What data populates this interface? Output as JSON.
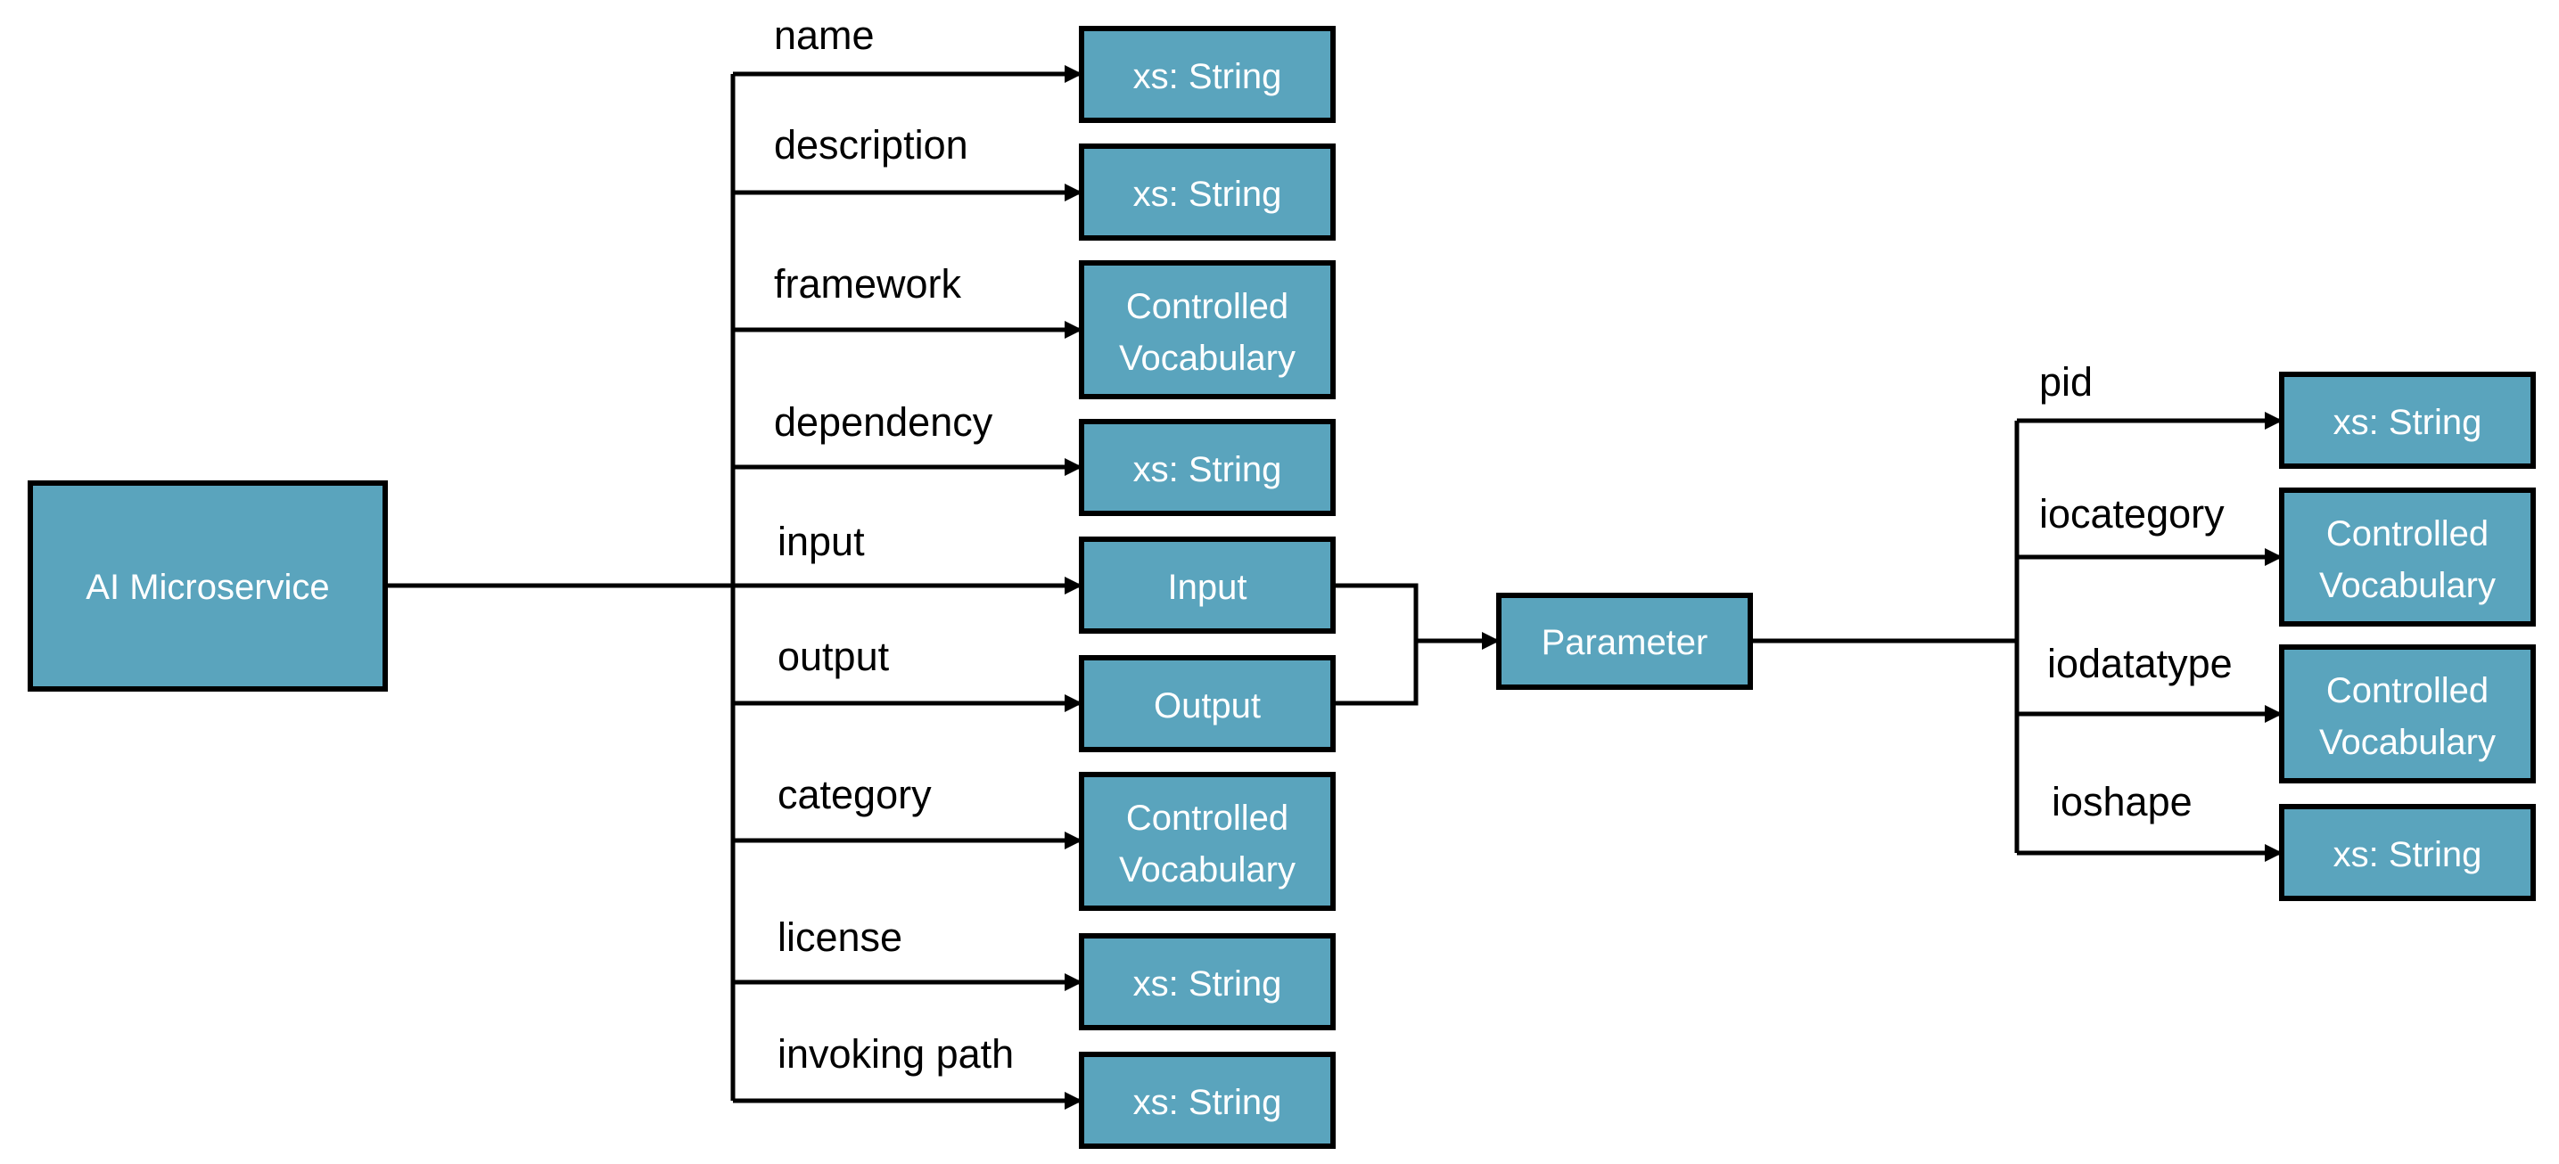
{
  "colors": {
    "box_fill": "#5aa4bd",
    "line": "#000000",
    "box_text": "#ffffff"
  },
  "nodes": {
    "ai_microservice": "AI Microservice",
    "name_type": "xs: String",
    "description_type": "xs: String",
    "framework_type": [
      "Controlled",
      "Vocabulary"
    ],
    "dependency_type": "xs: String",
    "input_node": "Input",
    "output_node": "Output",
    "category_type": [
      "Controlled",
      "Vocabulary"
    ],
    "license_type": "xs: String",
    "invoking_path_type": "xs: String",
    "parameter": "Parameter",
    "pid_type": "xs: String",
    "iocategory_type": [
      "Controlled",
      "Vocabulary"
    ],
    "iodatatype_type": [
      "Controlled",
      "Vocabulary"
    ],
    "ioshape_type": "xs: String"
  },
  "edge_labels": {
    "name": "name",
    "description": "description",
    "framework": "framework",
    "dependency": "dependency",
    "input": "input",
    "output": "output",
    "category": "category",
    "license": "license",
    "invoking_path": "invoking path",
    "pid": "pid",
    "iocategory": "iocategory",
    "iodatatype": "iodatatype",
    "ioshape": "ioshape"
  }
}
